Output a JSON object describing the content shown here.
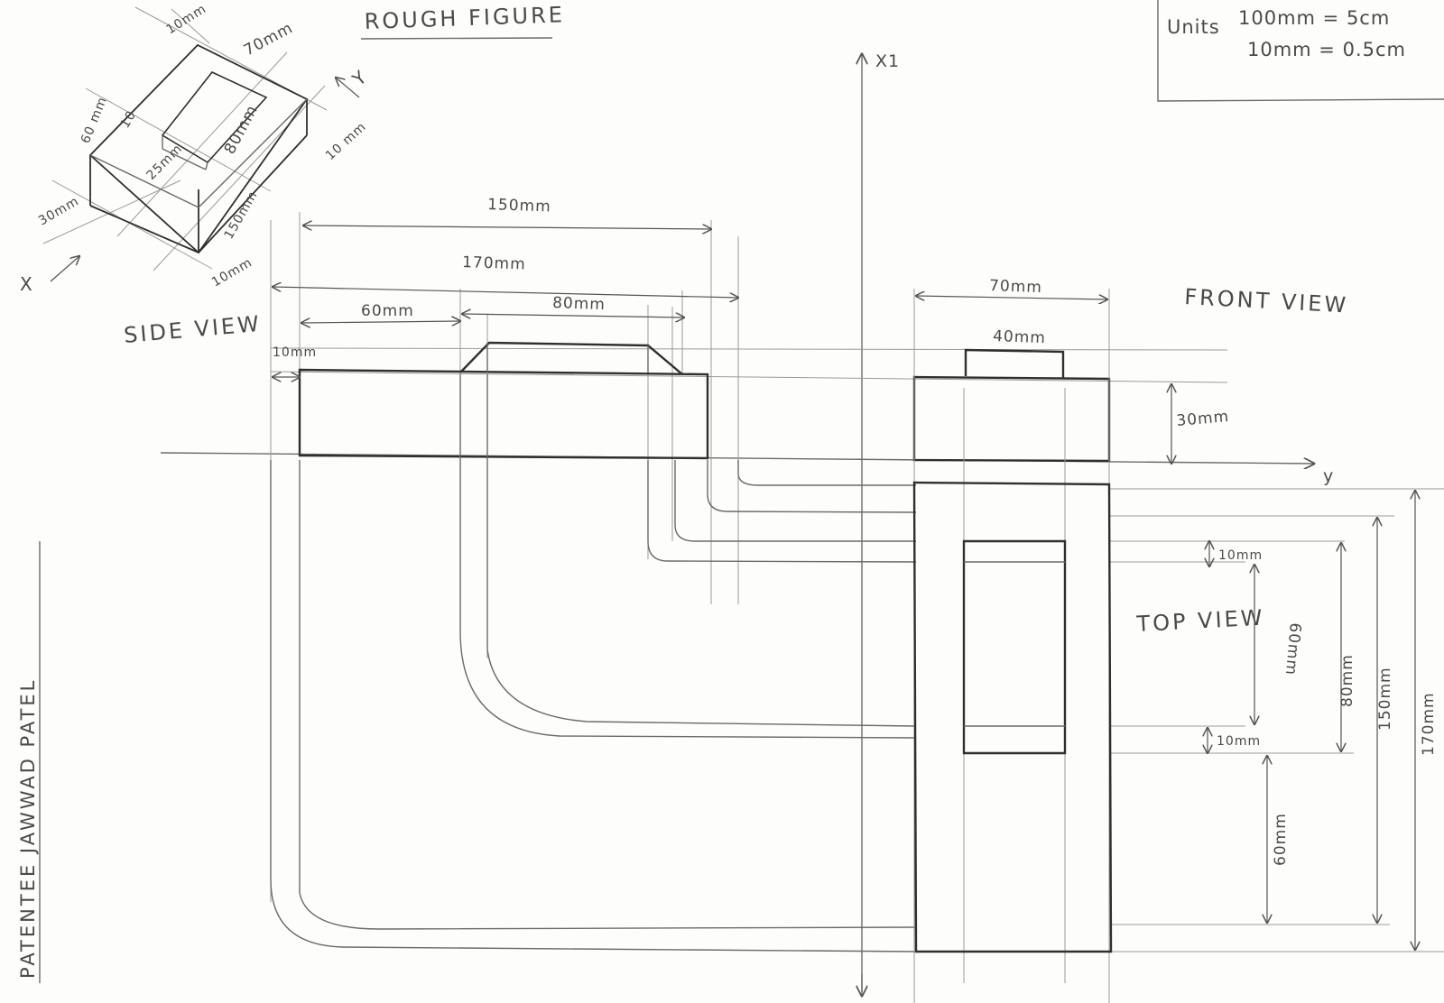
{
  "labels": {
    "rough_figure": "ROUGH FIGURE",
    "side_view": "SIDE VIEW",
    "front_view": "FRONT VIEW",
    "top_view": "TOP VIEW",
    "author": "PATENTEE JAWWAD PATEL",
    "axis_x1": "X1",
    "axis_y": "y",
    "iso_x": "X",
    "iso_y": "Y"
  },
  "units_box": {
    "heading": "Units",
    "line1": "100mm = 5cm",
    "line2": "10mm = 0.5cm"
  },
  "iso_dims": {
    "d10_top": "10mm",
    "d70": "70mm",
    "d60": "60 mm",
    "d10_mid": "10",
    "d80": "80mm",
    "d25": "25mm",
    "d30": "30mm",
    "d150": "150mm",
    "d10_bottom": "10mm",
    "d10_right": "10 mm"
  },
  "side_dims": {
    "d150": "150mm",
    "d170": "170mm",
    "d60": "60mm",
    "d80": "80mm",
    "d10": "10mm"
  },
  "front_dims": {
    "d70": "70mm",
    "d40": "40mm",
    "d30": "30mm"
  },
  "top_dims": {
    "d10_a": "10mm",
    "d60_a": "60mm",
    "d80": "80mm",
    "d150": "150mm",
    "d170": "170mm",
    "d10_b": "10mm",
    "d60_b": "60mm"
  }
}
